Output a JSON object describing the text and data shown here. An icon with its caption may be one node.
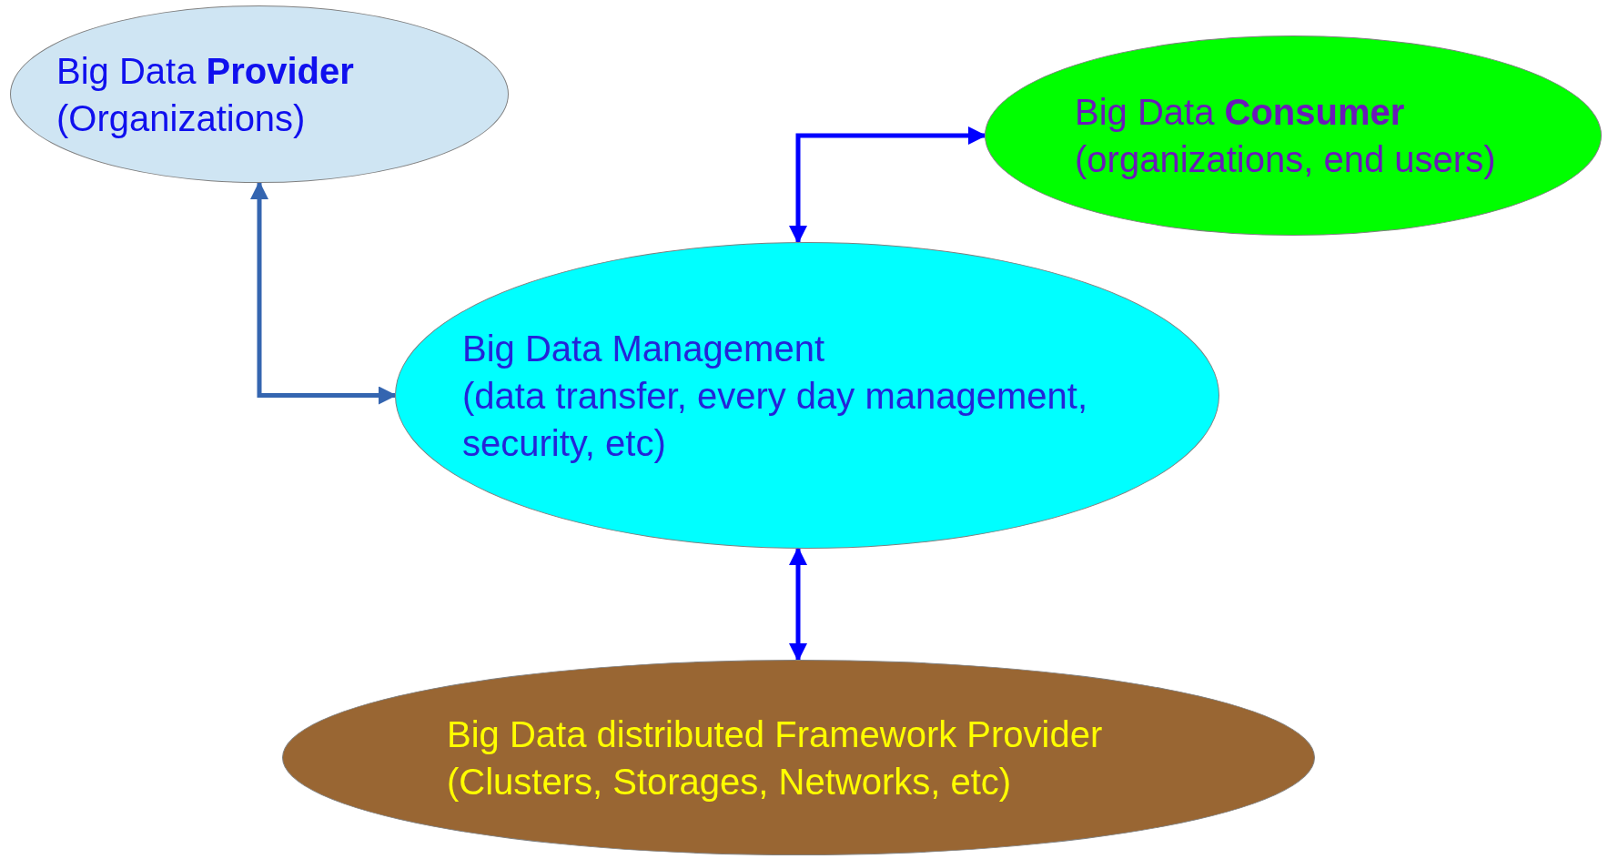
{
  "diagram": {
    "nodes": [
      {
        "text": [
          "Big Data **Provider**",
          "(Organizations)"
        ]
      },
      {
        "text": [
          "Big Data **Consumer**",
          "(organizations, end users)"
        ]
      },
      {
        "text": [
          "Big Data Management",
          "(data transfer, every day management, security, etc)"
        ]
      },
      {
        "text": [
          "Big Data distributed Framework Provider",
          "(Clusters, Storages, Networks, etc)"
        ]
      }
    ],
    "edges": [
      {
        "from": 0,
        "to": 2,
        "arrow": "both",
        "color": "#3465b0"
      },
      {
        "from": 2,
        "to": 1,
        "arrow": "both"
      },
      {
        "from": 2,
        "to": 3,
        "arrow": "both"
      }
    ]
  }
}
